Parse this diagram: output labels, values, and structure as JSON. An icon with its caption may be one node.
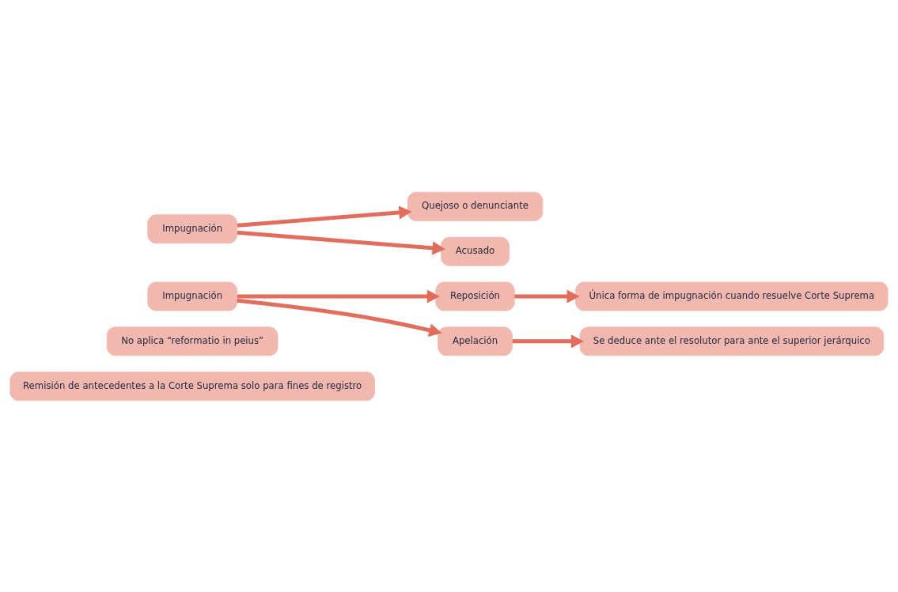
{
  "diagram": {
    "nodes": [
      {
        "text": [
          "Impugnación"
        ]
      },
      {
        "text": [
          "Acusado"
        ]
      },
      {
        "text": [
          "Quejoso o denunciante"
        ]
      },
      {
        "text": [
          "Impugnación"
        ]
      },
      {
        "text": [
          "Apelación"
        ]
      },
      {
        "text": [
          "Se deduce ante el resolutor para ante el superior jerárquico"
        ]
      },
      {
        "text": [
          "Reposición"
        ]
      },
      {
        "text": [
          "Única forma de impugnación cuando resuelve Corte Suprema"
        ]
      },
      {
        "text": [
          "No aplica “reformatio in peius”"
        ]
      },
      {
        "text": [
          "Remisión de antecedentes a la Corte Suprema solo para fines de registro"
        ]
      }
    ],
    "edges": [
      {
        "from": 0,
        "to": 1,
        "arrow": "to"
      },
      {
        "from": 0,
        "to": 2,
        "arrow": "to"
      },
      {
        "from": 3,
        "to": 4,
        "arrow": "to"
      },
      {
        "from": 3,
        "to": 6,
        "arrow": "to"
      },
      {
        "from": 4,
        "to": 5,
        "arrow": "to"
      },
      {
        "from": 6,
        "to": 7,
        "arrow": "to"
      }
    ]
  }
}
